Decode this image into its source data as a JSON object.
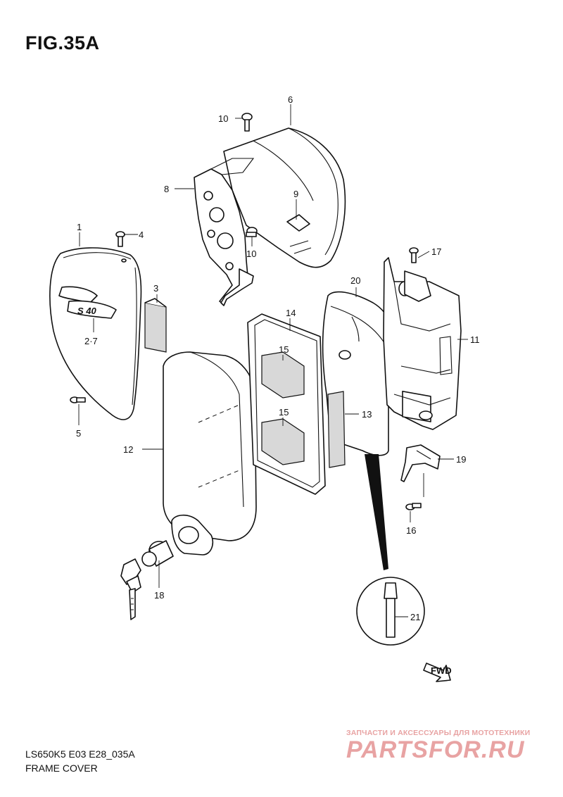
{
  "figure": {
    "title": "FIG.35A",
    "code": "LS650K5 E03 E28_035A",
    "name": "FRAME COVER"
  },
  "callouts": {
    "c1": "1",
    "c2_7": "2·7",
    "c3": "3",
    "c4": "4",
    "c5": "5",
    "c6": "6",
    "c8": "8",
    "c9": "9",
    "c10a": "10",
    "c10b": "10",
    "c11": "11",
    "c12": "12",
    "c13": "13",
    "c14": "14",
    "c15a": "15",
    "c15b": "15",
    "c16": "16",
    "c17": "17",
    "c18": "18",
    "c19": "19",
    "c20": "20",
    "c21": "21"
  },
  "cover_badge": "S 40",
  "fwd_label": "FWD",
  "watermark": {
    "tagline": "ЗАПЧАСТИ И АКСЕССУАРЫ ДЛЯ МОТОТЕХНИКИ",
    "logo": "PARTSFOR.RU"
  }
}
